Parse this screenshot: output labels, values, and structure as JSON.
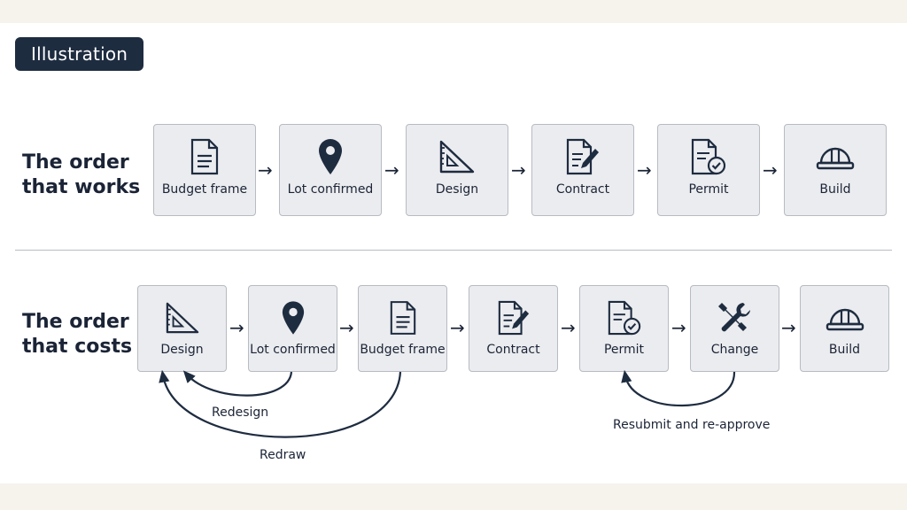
{
  "tag_label": "Illustration",
  "rows": [
    {
      "title_lines": [
        "The order",
        "that works"
      ],
      "steps": [
        {
          "label": "Budget frame",
          "icon": "document-icon"
        },
        {
          "label": "Lot confirmed",
          "icon": "location-pin-icon"
        },
        {
          "label": "Design",
          "icon": "triangle-ruler-icon"
        },
        {
          "label": "Contract",
          "icon": "contract-pen-icon"
        },
        {
          "label": "Permit",
          "icon": "permit-check-icon"
        },
        {
          "label": "Build",
          "icon": "hard-hat-icon"
        }
      ]
    },
    {
      "title_lines": [
        "The order",
        "that costs"
      ],
      "steps": [
        {
          "label": "Design",
          "icon": "triangle-ruler-icon"
        },
        {
          "label": "Lot confirmed",
          "icon": "location-pin-icon"
        },
        {
          "label": "Budget frame",
          "icon": "document-icon"
        },
        {
          "label": "Contract",
          "icon": "contract-pen-icon"
        },
        {
          "label": "Permit",
          "icon": "permit-check-icon"
        },
        {
          "label": "Change",
          "icon": "tools-icon"
        },
        {
          "label": "Build",
          "icon": "hard-hat-icon"
        }
      ]
    }
  ],
  "feedback_loops": [
    {
      "label": "Redesign",
      "from": "Lot confirmed",
      "to": "Design"
    },
    {
      "label": "Redraw",
      "from": "Budget frame",
      "to": "Design"
    },
    {
      "label": "Resubmit and re-approve",
      "from": "Change",
      "to": "Permit"
    }
  ],
  "colors": {
    "ink": "#1e2c40",
    "box_fill": "#ebecef",
    "box_border": "#b7bbc2"
  }
}
